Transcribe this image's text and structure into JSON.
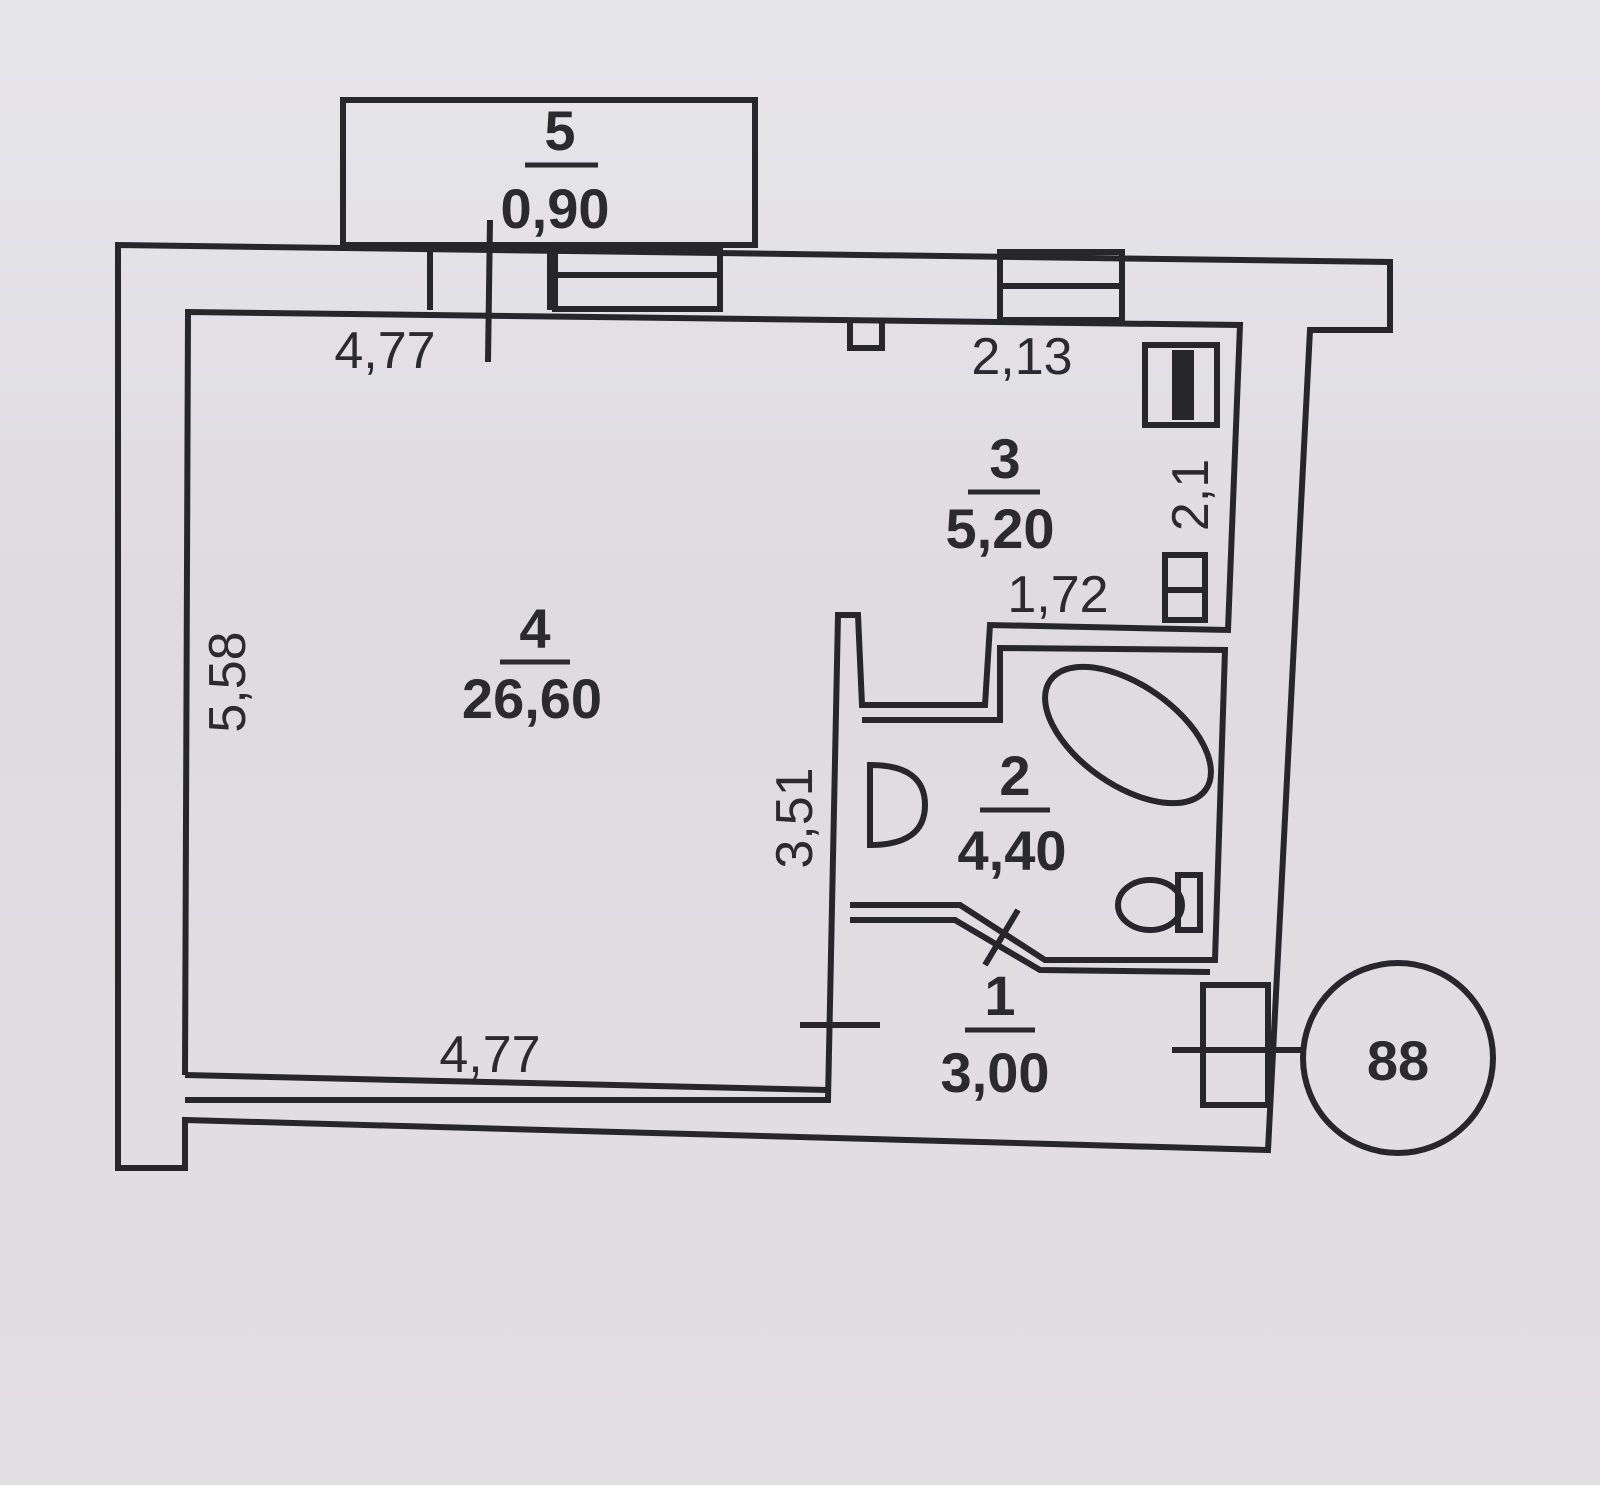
{
  "rooms": [
    {
      "number": "1",
      "area": "3,00"
    },
    {
      "number": "2",
      "area": "4,40"
    },
    {
      "number": "3",
      "area": "5,20"
    },
    {
      "number": "4",
      "area": "26,60"
    },
    {
      "number": "5",
      "area": "0,90"
    }
  ],
  "dimensions": {
    "room4_top": "4,77",
    "room4_bottom": "4,77",
    "room4_left": "5,58",
    "room3_top": "2,13",
    "room3_right": "2,1",
    "room3_bottom": "1,72",
    "partition": "3,51"
  },
  "apartment_number": "88"
}
